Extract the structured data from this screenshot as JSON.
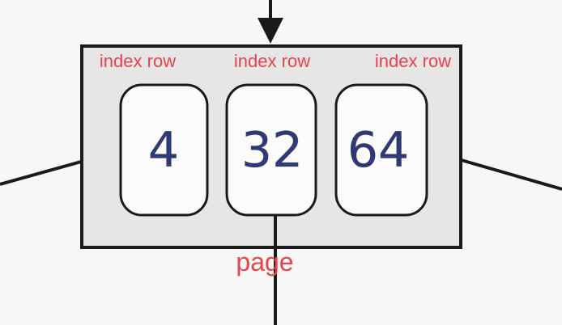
{
  "diagram": {
    "cells": [
      {
        "value": "4",
        "annotation": "index row"
      },
      {
        "value": "32",
        "annotation": "index row"
      },
      {
        "value": "64",
        "annotation": "index row"
      }
    ],
    "page_annotation": "page"
  },
  "colors": {
    "background": "#f7f7f7",
    "page_fill": "#e6e6e6",
    "cell_fill": "#fbfbfb",
    "stroke": "#1a1a1a",
    "annotation": "#e8424a"
  }
}
